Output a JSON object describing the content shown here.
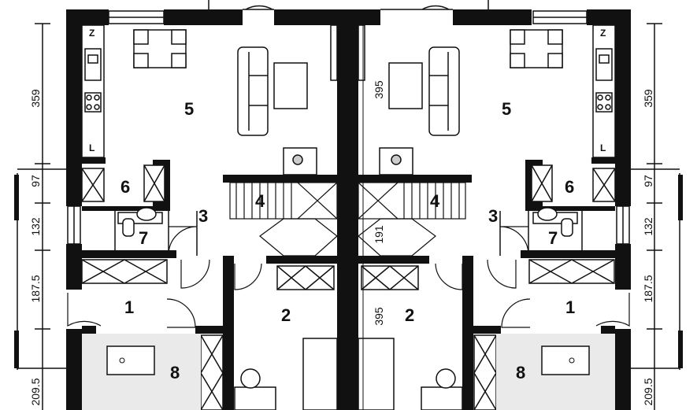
{
  "plan": {
    "rooms_left": [
      {
        "id": "room-5-left",
        "label": "5"
      },
      {
        "id": "room-6-left",
        "label": "6"
      },
      {
        "id": "room-3-left",
        "label": "3"
      },
      {
        "id": "room-4-left",
        "label": "4"
      },
      {
        "id": "room-7-left",
        "label": "7"
      },
      {
        "id": "room-1-left",
        "label": "1"
      },
      {
        "id": "room-2-left",
        "label": "2"
      },
      {
        "id": "room-8-left",
        "label": "8"
      }
    ],
    "rooms_right": [
      {
        "id": "room-5-right",
        "label": "5"
      },
      {
        "id": "room-6-right",
        "label": "6"
      },
      {
        "id": "room-3-right",
        "label": "3"
      },
      {
        "id": "room-4-right",
        "label": "4"
      },
      {
        "id": "room-7-right",
        "label": "7"
      },
      {
        "id": "room-1-right",
        "label": "1"
      },
      {
        "id": "room-2-right",
        "label": "2"
      },
      {
        "id": "room-8-right",
        "label": "8"
      }
    ],
    "dims_left": [
      "359",
      "97",
      "132",
      "187.5",
      "209.5"
    ],
    "dims_right": [
      "359",
      "97",
      "132",
      "187.5",
      "209.5"
    ],
    "dims_center": [
      "395",
      "191",
      "395"
    ],
    "fixture_fridge": "Z",
    "fixture_dishwasher": "L"
  }
}
